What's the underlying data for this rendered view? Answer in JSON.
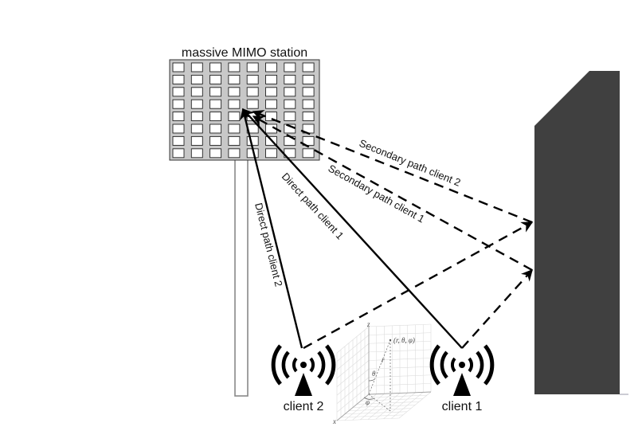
{
  "diagram": {
    "station": {
      "title": "massive MIMO station",
      "grid_rows": 8,
      "grid_cols": 8,
      "panel_color": "#c8c8c8",
      "cell_color": "#ffffff"
    },
    "paths": {
      "direct_client_1": "Direct path client 1",
      "direct_client_2": "Direct path client 2",
      "secondary_client_1": "Secondary path client 1",
      "secondary_client_2": "Secondary path client 2"
    },
    "clients": [
      {
        "id": "client-1",
        "label": "client 1",
        "icon": "wireless-antenna-icon"
      },
      {
        "id": "client-2",
        "label": "client 2",
        "icon": "wireless-antenna-icon"
      }
    ],
    "building": {
      "color": "#404040",
      "icon": "building-wall"
    },
    "coordinate_system": {
      "point_label": "(r, θ, φ)",
      "r_label": "r",
      "theta_label": "θ",
      "phi_label": "φ",
      "z_label": "z",
      "x_label": "x"
    },
    "colors": {
      "line": "#000000",
      "pole": "#888888",
      "grid": "#d8d8d8"
    }
  }
}
